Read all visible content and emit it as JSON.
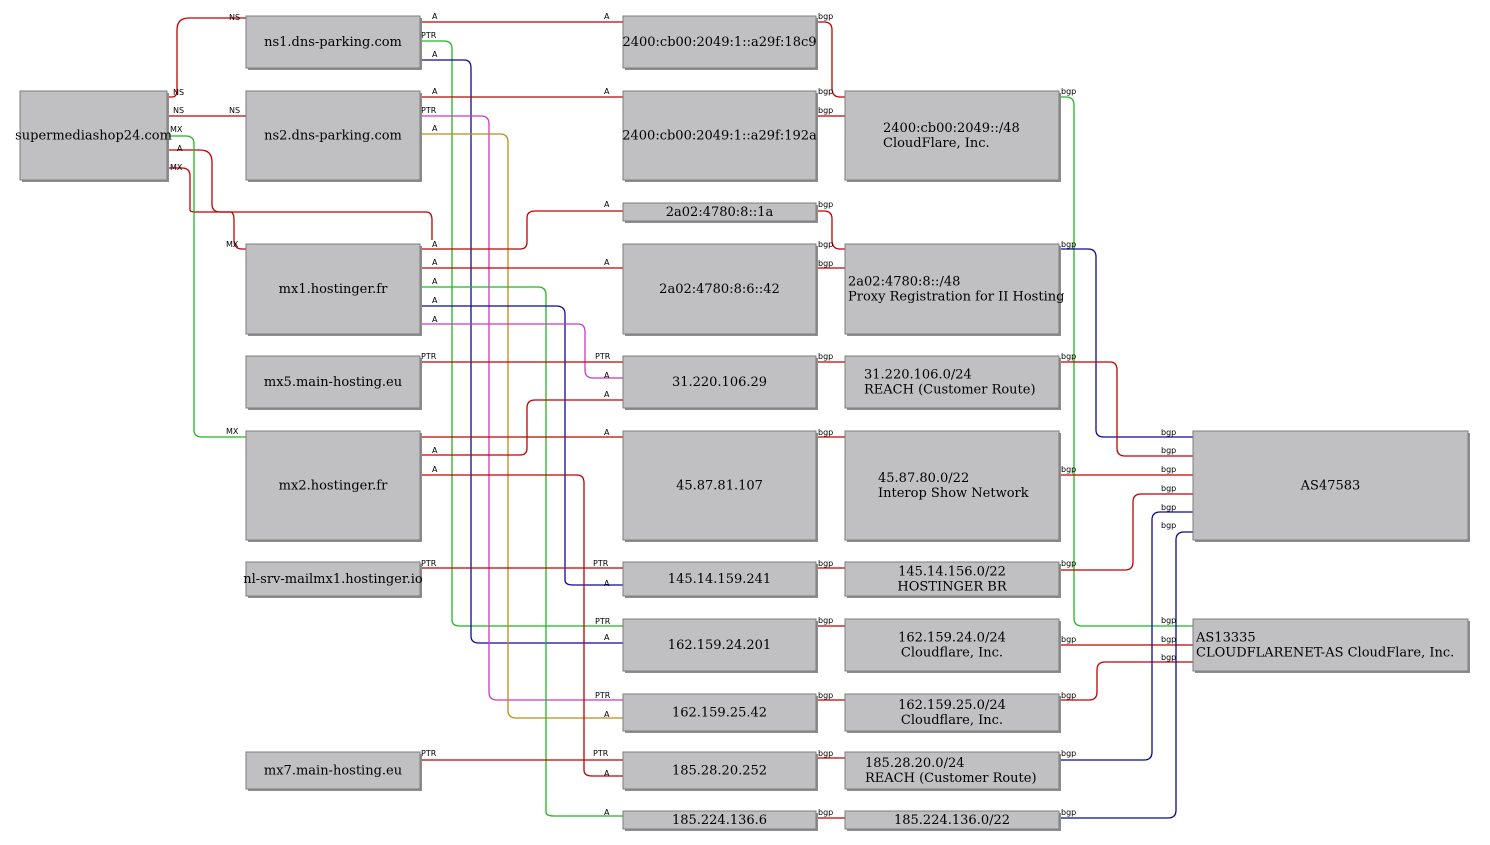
{
  "colors": {
    "red": "#c00000",
    "green": "#22b522",
    "blue": "#0a0a96",
    "magenta": "#c43cc4",
    "orange": "#c48a10"
  },
  "nodes": {
    "domain": {
      "lines": [
        "supermediashop24.com"
      ]
    },
    "ns1": {
      "lines": [
        "ns1.dns-parking.com"
      ]
    },
    "ns2": {
      "lines": [
        "ns2.dns-parking.com"
      ]
    },
    "mx1": {
      "lines": [
        "mx1.hostinger.fr"
      ]
    },
    "mx5": {
      "lines": [
        "mx5.main-hosting.eu"
      ]
    },
    "mx2": {
      "lines": [
        "mx2.hostinger.fr"
      ]
    },
    "nlsrv": {
      "lines": [
        "nl-srv-mailmx1.hostinger.io"
      ]
    },
    "mx7": {
      "lines": [
        "mx7.main-hosting.eu"
      ]
    },
    "ip6a": {
      "lines": [
        "2400:cb00:2049:1::a29f:18c9"
      ]
    },
    "ip6b": {
      "lines": [
        "2400:cb00:2049:1::a29f:192a"
      ]
    },
    "ip6c": {
      "lines": [
        "2a02:4780:8::1a"
      ]
    },
    "ip6d": {
      "lines": [
        "2a02:4780:8:6::42"
      ]
    },
    "ip1": {
      "lines": [
        "31.220.106.29"
      ]
    },
    "ip2": {
      "lines": [
        "45.87.81.107"
      ]
    },
    "ip3": {
      "lines": [
        "145.14.159.241"
      ]
    },
    "ip4": {
      "lines": [
        "162.159.24.201"
      ]
    },
    "ip5": {
      "lines": [
        "162.159.25.42"
      ]
    },
    "ip6": {
      "lines": [
        "185.28.20.252"
      ]
    },
    "ip7": {
      "lines": [
        "185.224.136.6"
      ]
    },
    "pfx6a": {
      "lines": [
        "2400:cb00:2049::/48",
        "CloudFlare, Inc."
      ]
    },
    "pfx6b": {
      "lines": [
        "2a02:4780:8::/48",
        "Proxy Registration for II Hosting"
      ]
    },
    "pfx1": {
      "lines": [
        "31.220.106.0/24",
        "REACH (Customer Route)"
      ]
    },
    "pfx2": {
      "lines": [
        "45.87.80.0/22",
        "Interop Show Network"
      ]
    },
    "pfx3": {
      "lines": [
        "145.14.156.0/22",
        "HOSTINGER BR"
      ]
    },
    "pfx4": {
      "lines": [
        "162.159.24.0/24",
        "Cloudflare, Inc."
      ]
    },
    "pfx5": {
      "lines": [
        "162.159.25.0/24",
        "Cloudflare, Inc."
      ]
    },
    "pfx6": {
      "lines": [
        "185.28.20.0/24",
        "REACH (Customer Route)"
      ]
    },
    "pfx7": {
      "lines": [
        "185.224.136.0/22"
      ]
    },
    "as47583": {
      "lines": [
        "AS47583"
      ]
    },
    "as13335": {
      "lines": [
        "AS13335",
        "CLOUDFLARENET-AS CloudFlare, Inc."
      ]
    }
  },
  "edge_labels": {
    "ns": "NS",
    "mx": "MX",
    "a": "A",
    "ptr": "PTR",
    "bgp": "bgp"
  }
}
